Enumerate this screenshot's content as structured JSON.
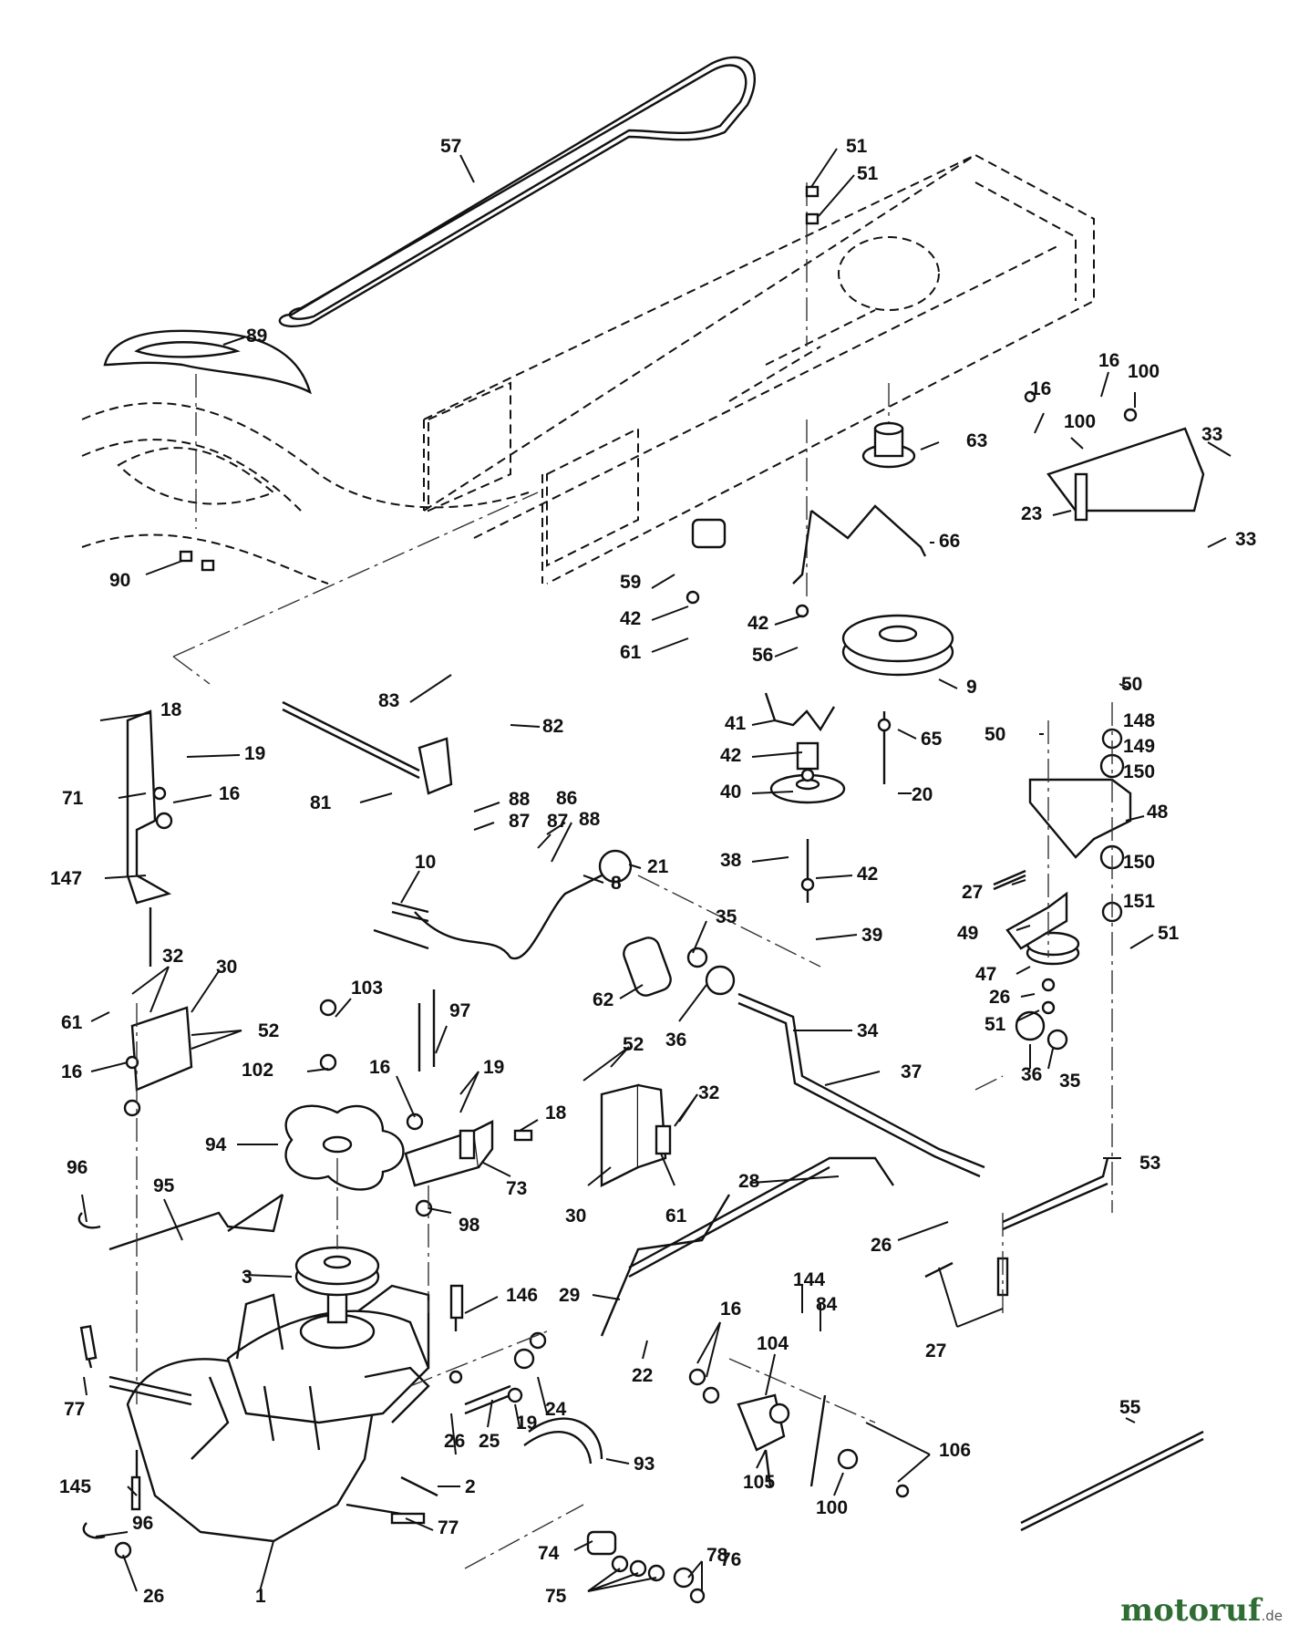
{
  "diagram": {
    "watermark": {
      "brand": "motoruf",
      "suffix": ".de"
    },
    "callouts": [
      "57",
      "51",
      "51",
      "89",
      "16",
      "100",
      "16",
      "100",
      "33",
      "63",
      "23",
      "33",
      "66",
      "90",
      "59",
      "42",
      "42",
      "61",
      "56",
      "9",
      "83",
      "82",
      "18",
      "19",
      "71",
      "16",
      "81",
      "88",
      "87",
      "86",
      "87",
      "88",
      "21",
      "8",
      "147",
      "10",
      "41",
      "42",
      "40",
      "38",
      "42",
      "39",
      "65",
      "20",
      "50",
      "148",
      "50",
      "149",
      "150",
      "48",
      "27",
      "150",
      "49",
      "151",
      "51",
      "47",
      "26",
      "51",
      "32",
      "30",
      "61",
      "52",
      "16",
      "103",
      "102",
      "97",
      "94",
      "35",
      "62",
      "36",
      "34",
      "37",
      "52",
      "32",
      "16",
      "19",
      "18",
      "73",
      "98",
      "30",
      "61",
      "36",
      "35",
      "53",
      "96",
      "95",
      "3",
      "28",
      "26",
      "29",
      "22",
      "146",
      "144",
      "84",
      "16",
      "104",
      "106",
      "27",
      "77",
      "26",
      "25",
      "19",
      "24",
      "105",
      "100",
      "55",
      "145",
      "2",
      "93",
      "96",
      "77",
      "74",
      "75",
      "78",
      "76",
      "26",
      "1"
    ]
  }
}
